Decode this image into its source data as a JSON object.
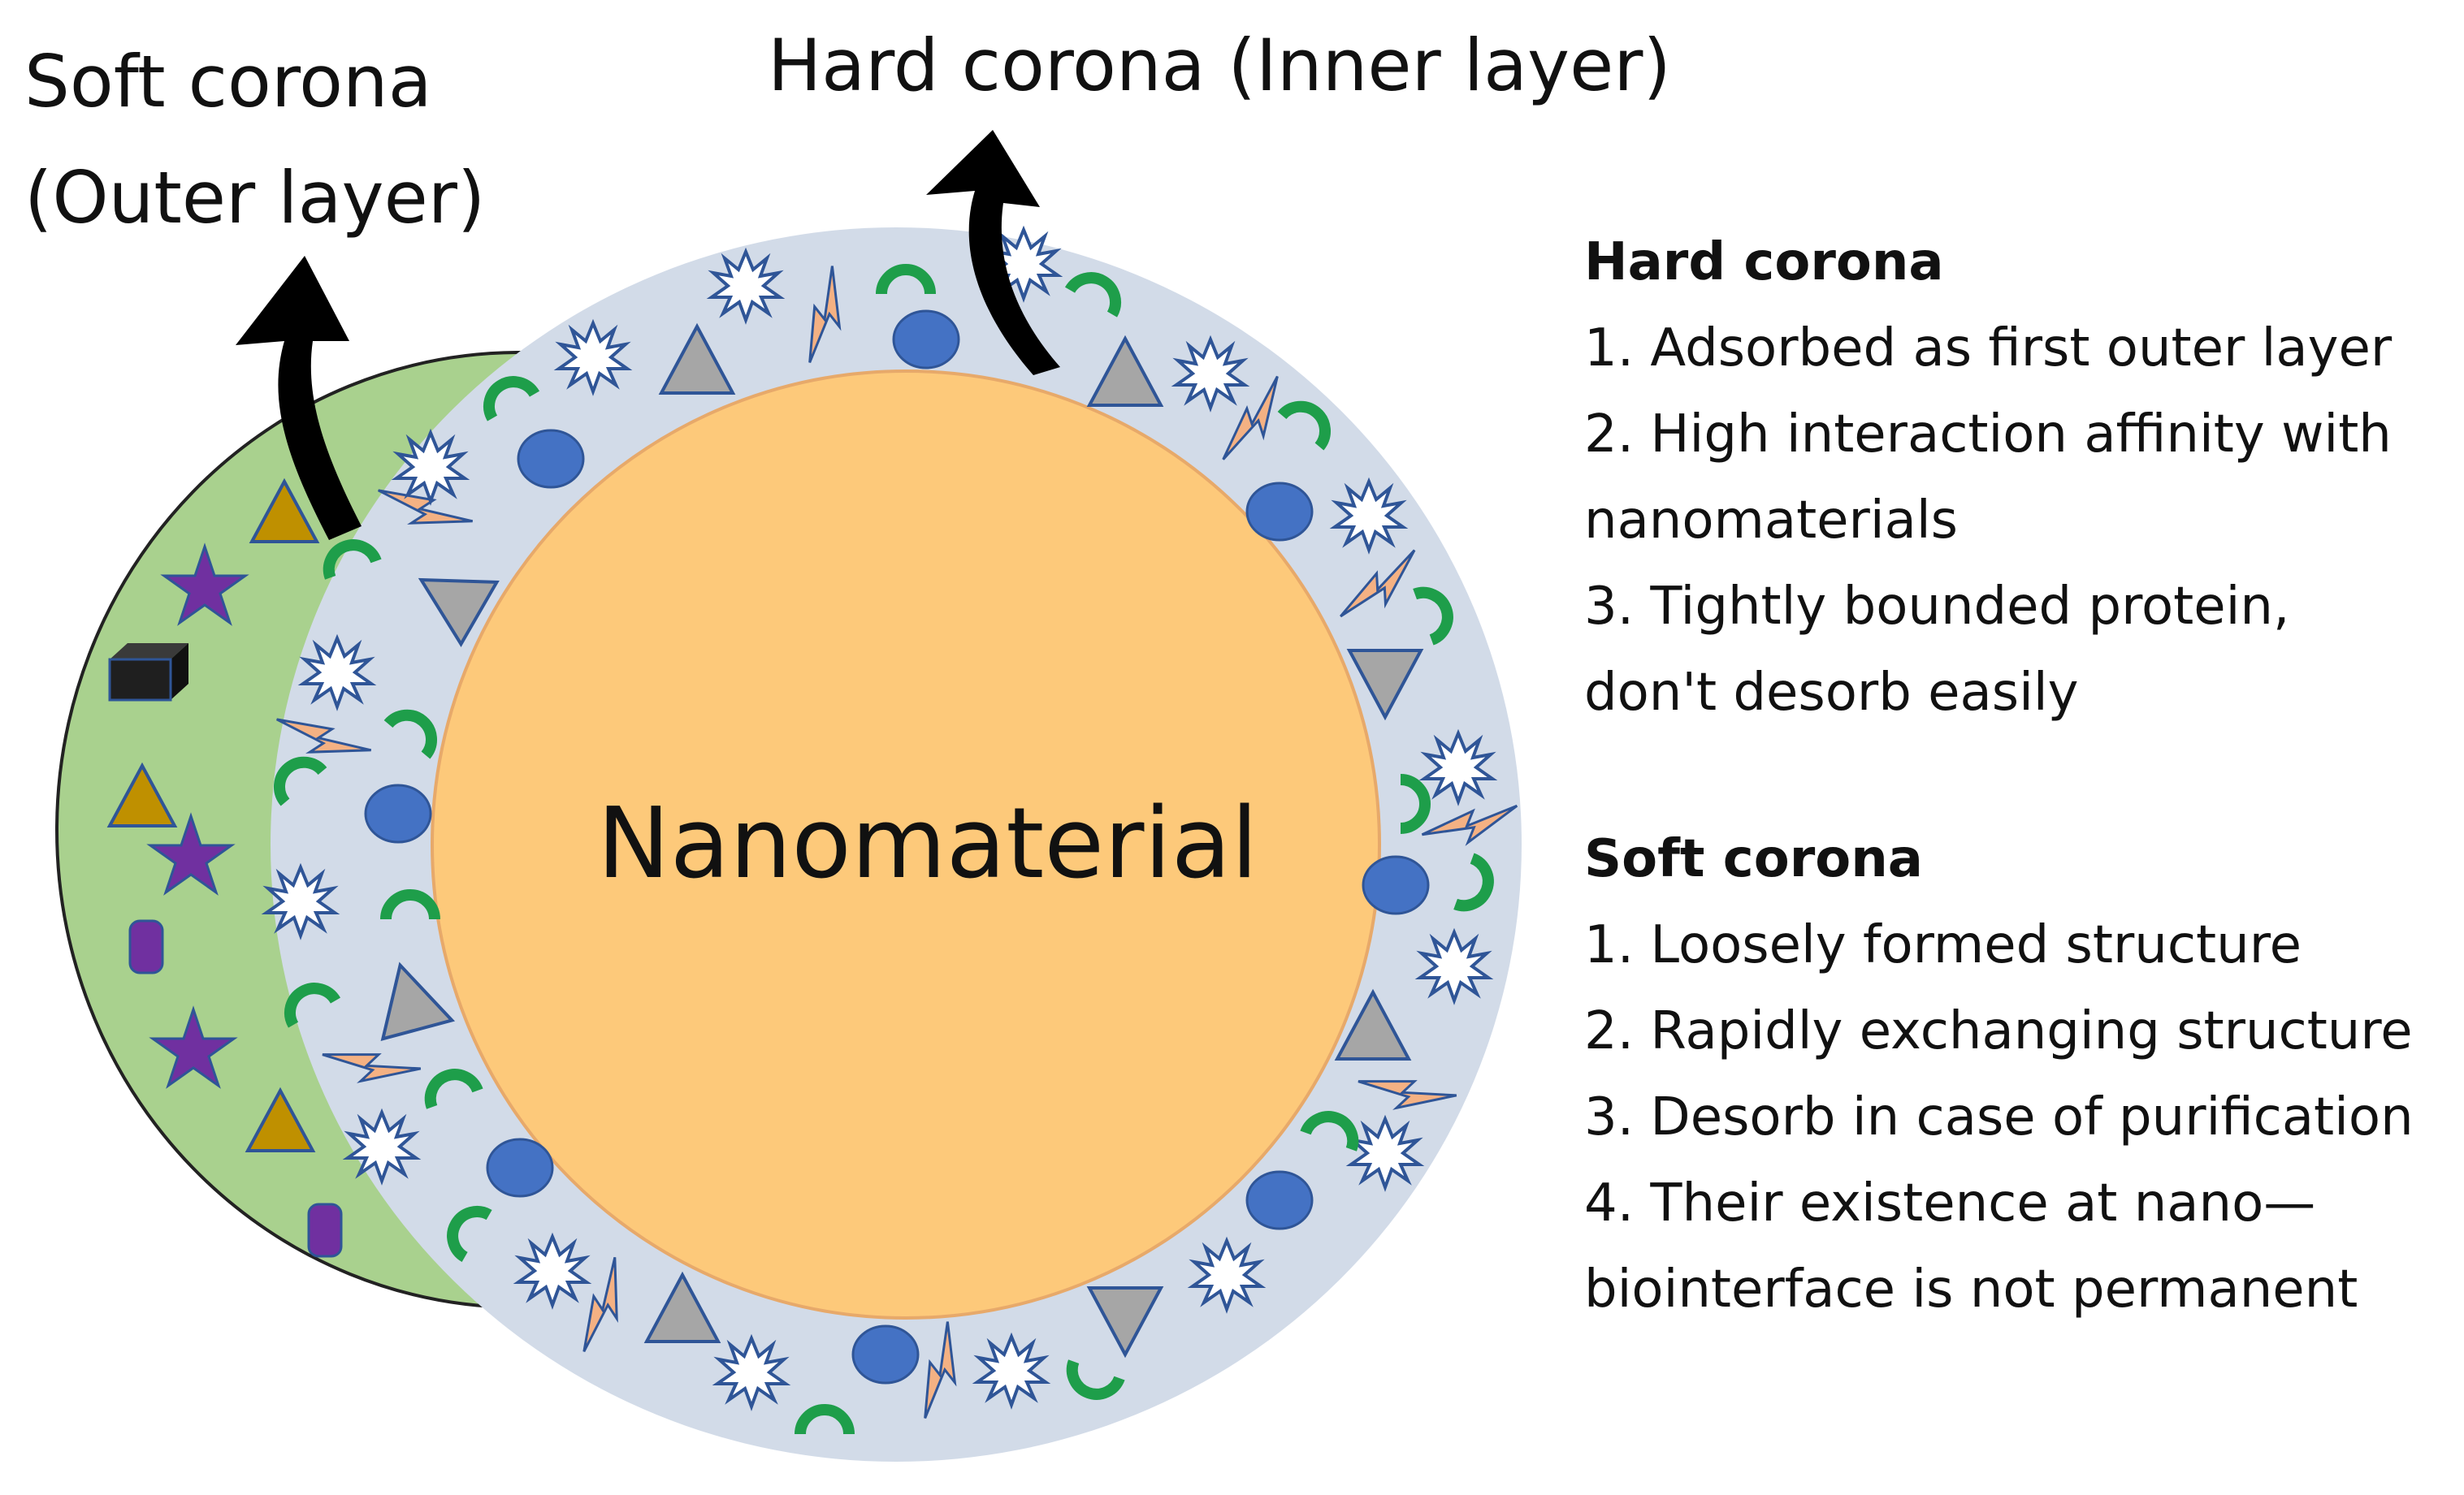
{
  "labels": {
    "soft_corona_callout_line1": "Soft corona",
    "soft_corona_callout_line2": "(Outer layer)",
    "hard_corona_callout": "Hard corona (Inner layer)",
    "core": "Nanomaterial"
  },
  "legend": {
    "hard": {
      "heading": "Hard corona",
      "lines": [
        "1. Adsorbed as first outer layer",
        "2. High interaction affinity with",
        "nanomaterials",
        "3. Tightly bounded protein,",
        "don't desorb easily"
      ]
    },
    "soft": {
      "heading": "Soft corona",
      "lines": [
        "1. Loosely formed structure",
        "2. Rapidly exchanging structure",
        "3. Desorb in case of purification",
        "4. Their existence at nano—",
        "biointerface is not permanent"
      ]
    }
  },
  "colors": {
    "core_fill": "#fdc97a",
    "hard_corona_fill": "#d2dbe8",
    "soft_corona_fill": "#a9d18e",
    "circle_protein": "#4472c4",
    "triangle_protein_gray": "#a6a6a6",
    "triangle_protein_gold": "#bf9000",
    "arc_protein": "#1e9e4a",
    "star_protein": "#7030a0",
    "bolt_protein": "#f4b183",
    "block_protein": "#1f1f1f"
  },
  "icons": [
    "starburst-icon",
    "circle-icon",
    "triangle-icon",
    "arc-icon",
    "bolt-icon",
    "star-icon",
    "rounded-rect-icon",
    "block-icon",
    "curved-arrow-icon"
  ]
}
